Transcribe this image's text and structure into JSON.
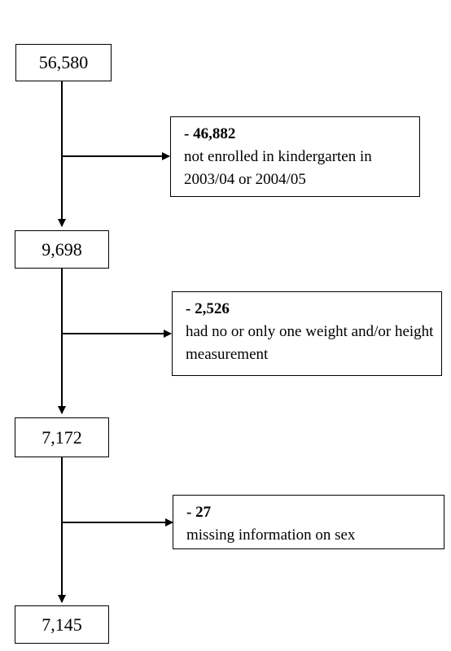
{
  "flow": {
    "steps": [
      {
        "count": "56,580"
      },
      {
        "count": "9,698"
      },
      {
        "count": "7,172"
      },
      {
        "count": "7,145"
      }
    ],
    "exclusions": [
      {
        "count": "- 46,882",
        "text": "not enrolled in kindergarten in 2003/04 or 2004/05"
      },
      {
        "count": "- 2,526",
        "text": "had no or only one weight and/or height measurement"
      },
      {
        "count": "- 27",
        "text": "missing information on sex"
      }
    ]
  }
}
